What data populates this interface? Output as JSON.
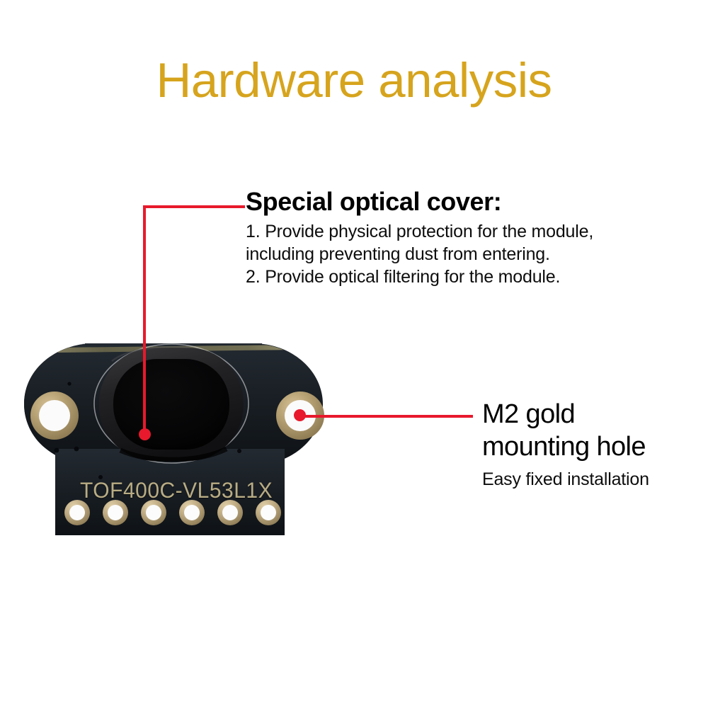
{
  "title": {
    "text": "Hardware analysis",
    "color": "#d6a41d"
  },
  "callouts": [
    {
      "id": "optical-cover",
      "headline": "Special optical cover:",
      "lines": [
        "1. Provide physical protection for the module,",
        "including preventing dust from entering.",
        "2. Provide optical filtering for the module."
      ],
      "leader_color": "#e8192c",
      "target": "optical-cover-lens"
    },
    {
      "id": "mounting-hole",
      "headline_line1": "M2 gold",
      "headline_line2": "mounting hole",
      "subline": "Easy fixed installation",
      "leader_color": "#e8192c",
      "target": "right-mounting-hole"
    }
  ],
  "board": {
    "silkscreen": "TOF400C-VL53L1X",
    "pcb_color": "#171b20",
    "silkscreen_color": "#b9ac84",
    "gold_color": "#b39a6b",
    "pad_count": 6,
    "mounting_hole_count": 2,
    "lens_color": "#050505"
  }
}
